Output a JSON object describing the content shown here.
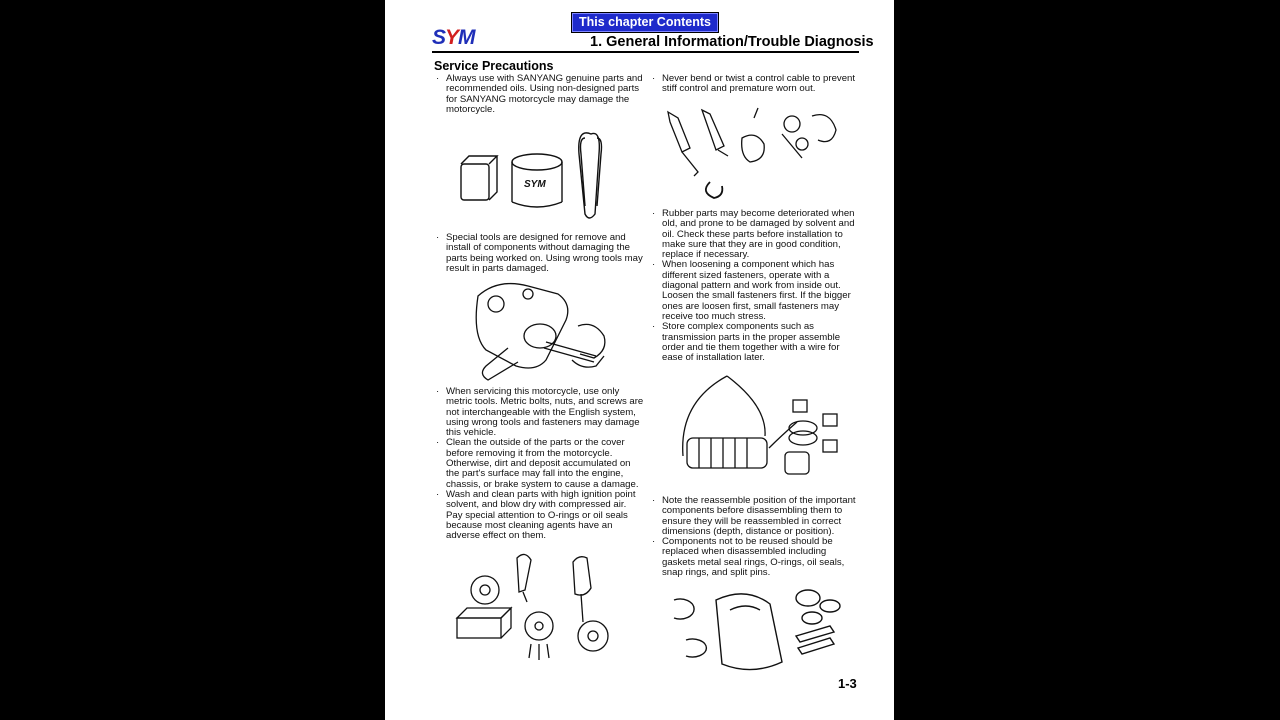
{
  "header": {
    "chapter_button": "This chapter Contents",
    "logo_text": "SYM",
    "chapter_title": "1. General Information/Trouble Diagnosis"
  },
  "section": {
    "title": "Service Precautions"
  },
  "left_column": [
    "Always use with SANYANG genuine parts and recommended oils. Using non-designed parts for SANYANG motorcycle may damage the motorcycle.",
    "Special tools are designed for remove and install of components without damaging the parts being worked on. Using wrong tools may result in parts damaged.",
    "When servicing this motorcycle, use only metric tools. Metric bolts, nuts, and screws are not interchangeable with the English system, using wrong tools and fasteners may damage this vehicle.",
    "Clean the outside of the parts or the cover before removing it from the motorcycle. Otherwise, dirt and deposit accumulated on the part's surface may fall into the engine, chassis, or brake system to cause a damage.",
    "Wash and clean parts with high ignition point solvent, and blow dry with compressed air. Pay special attention to O-rings or oil seals because most cleaning agents have an adverse effect on them."
  ],
  "right_column": [
    "Never bend or twist a control cable to prevent stiff control and premature worn out.",
    "Rubber parts may become deteriorated when old, and prone to be damaged by solvent and oil. Check these parts before installation to make sure that they are in good condition, replace if necessary.",
    "When loosening a component which has different sized fasteners, operate with a diagonal pattern and work from inside out. Loosen the small fasteners first. If the bigger ones are loosen first, small fasteners may receive too much stress.",
    "Store complex components such as transmission parts in the proper assemble order and tie them together with a wire for ease of installation later.",
    "Note the reassemble position of the important components before disassembling them to ensure they will be reassembled in correct dimensions (depth, distance or position).",
    "Components not to be reused should be replaced when disassembled including gaskets metal seal rings, O-rings, oil seals, snap rings, and split pins."
  ],
  "illustrations": {
    "parts_logo": "SYM"
  },
  "footer": {
    "page_number": "1-3"
  },
  "colors": {
    "button_bg": "#1e2acb",
    "logo_blue": "#1f2fb8",
    "logo_red": "#d21f1f"
  }
}
